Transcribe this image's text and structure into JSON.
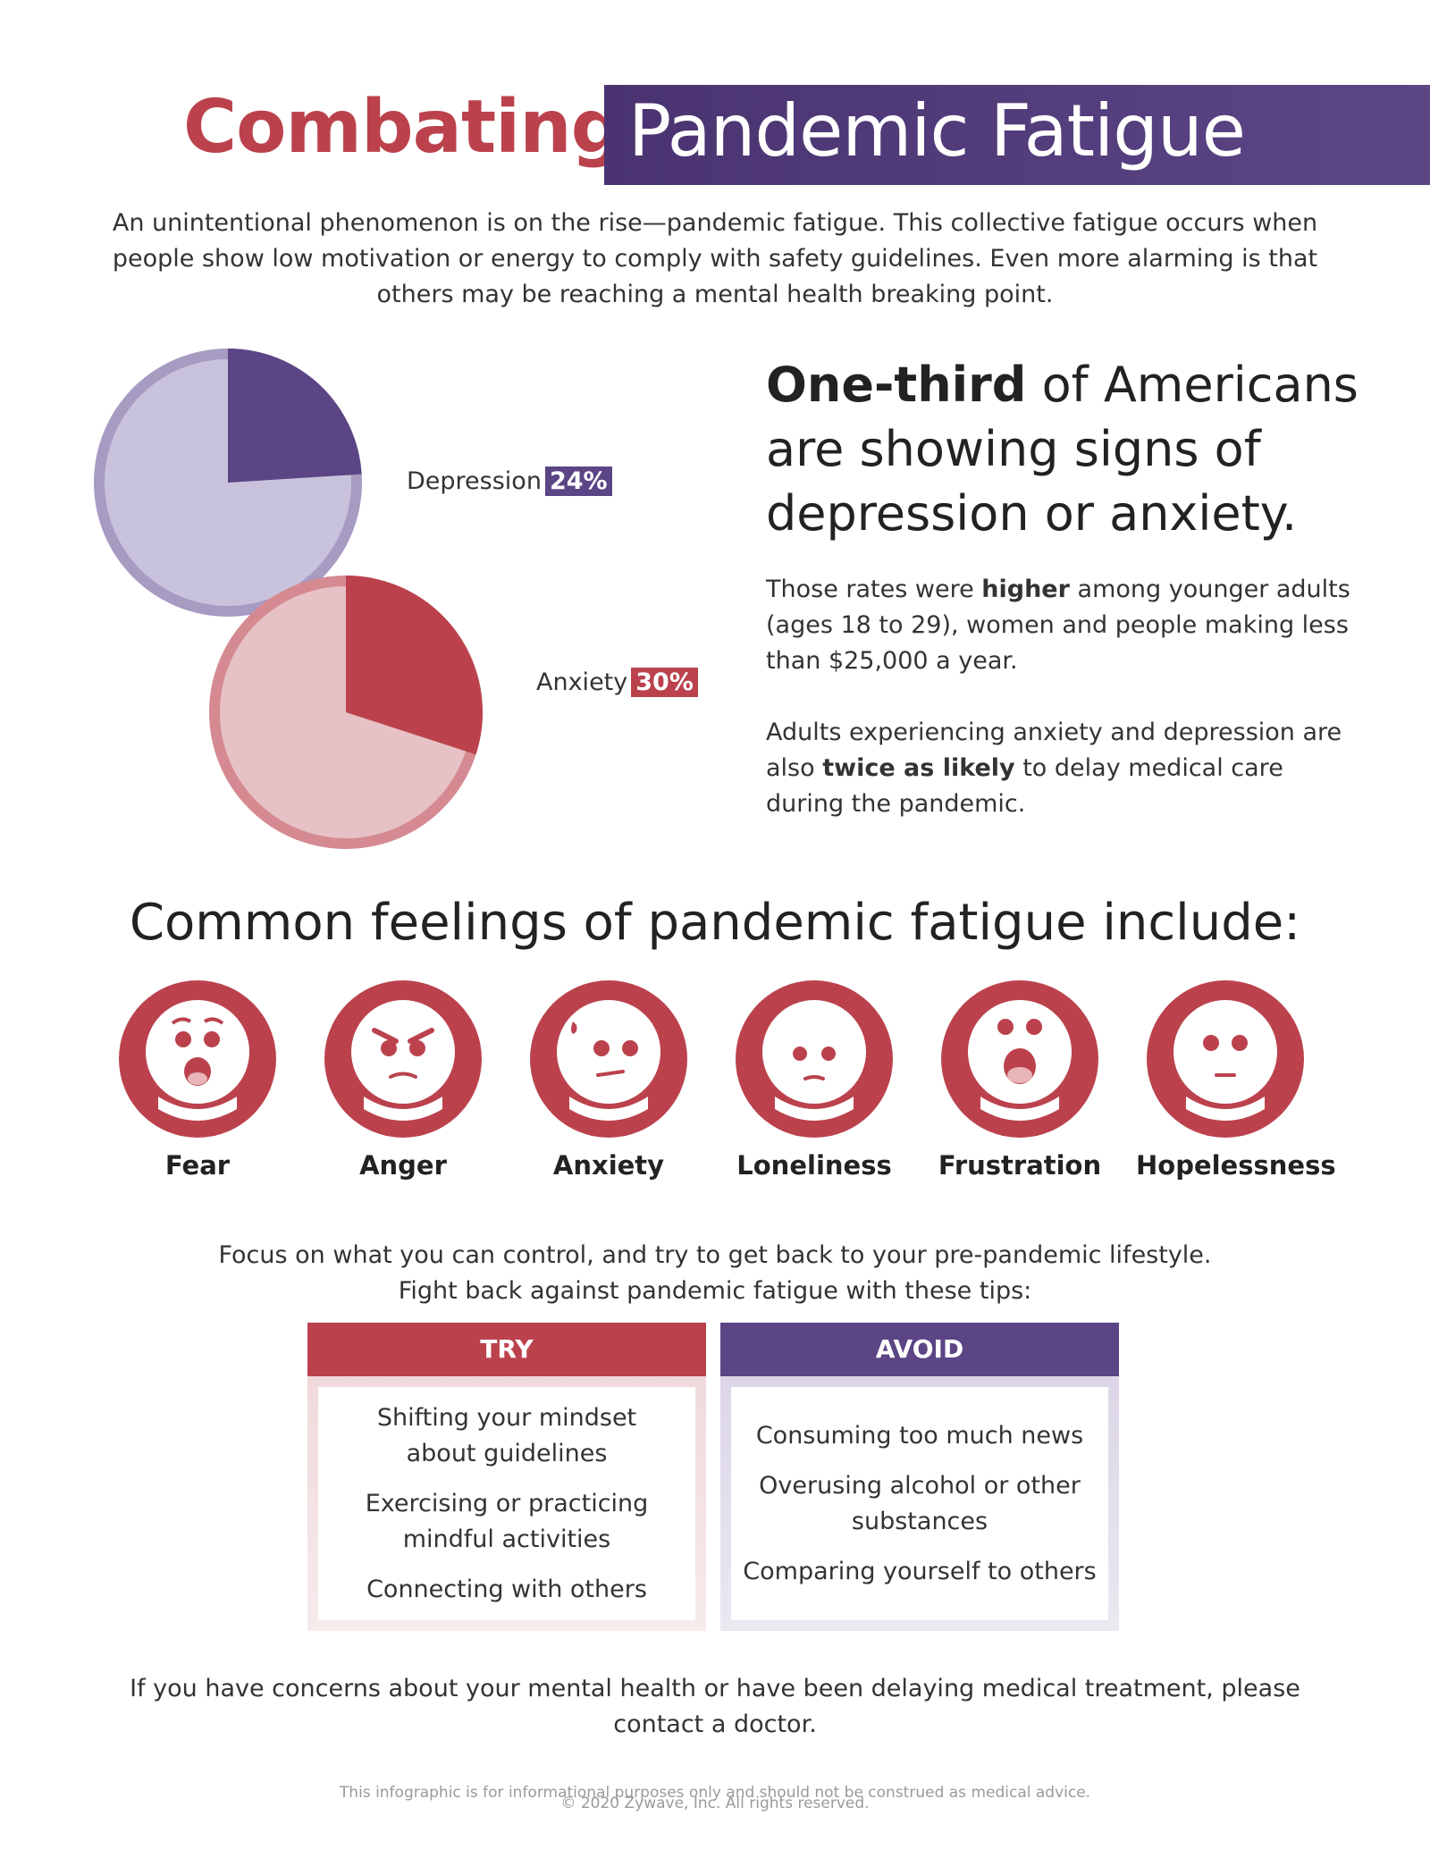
{
  "title": {
    "left": "Combating",
    "right": "Pandemic Fatigue"
  },
  "intro": "An unintentional phenomenon is on the rise—pandemic fatigue. This collective fatigue occurs when people show low motivation or energy to comply with safety guidelines. Even more alarming is that others may be reaching a mental health breaking point.",
  "stats": {
    "depression": {
      "label": "Depression",
      "value_text": "24%",
      "value": 24,
      "color": "#5b4585",
      "light": "#c9c2dc",
      "ring": "#a79bc2"
    },
    "anxiety": {
      "label": "Anxiety",
      "value_text": "30%",
      "value": 30,
      "color": "#bb424d",
      "light": "#e6c1c5",
      "ring": "#d58a92"
    }
  },
  "headline": {
    "bold": "One-third",
    "rest": " of Americans are showing signs of depression or anxiety."
  },
  "para1": {
    "before": "Those rates were ",
    "bold": "higher",
    "after": " among younger adults (ages 18 to 29), women and people making less than $25,000 a year."
  },
  "para2": {
    "before": "Adults experiencing anxiety and depression are also ",
    "bold": "twice as likely",
    "after": " to delay medical care during the pandemic."
  },
  "feelings_heading": "Common feelings of pandemic fatigue include:",
  "feelings": [
    {
      "label": "Fear",
      "icon": "fear-face-icon"
    },
    {
      "label": "Anger",
      "icon": "anger-face-icon"
    },
    {
      "label": "Anxiety",
      "icon": "anxiety-face-icon"
    },
    {
      "label": "Loneliness",
      "icon": "loneliness-face-icon"
    },
    {
      "label": "Frustration",
      "icon": "frustration-face-icon"
    },
    {
      "label": "Hopelessness",
      "icon": "hopelessness-face-icon"
    }
  ],
  "focus": {
    "line1": "Focus on what you can control, and try to get back to your pre-pandemic lifestyle.",
    "line2": "Fight back against pandemic fatigue with these tips:"
  },
  "try": {
    "header": "TRY",
    "items": [
      "Shifting your mindset about guidelines",
      "Exercising or practicing mindful activities",
      "Connecting with others"
    ],
    "color": "#bb424d"
  },
  "avoid": {
    "header": "AVOID",
    "items": [
      "Consuming too much news",
      "Overusing alcohol or other substances",
      "Comparing yourself to others"
    ],
    "color": "#5b4585"
  },
  "closing": "If you have concerns about your mental health or have been delaying medical treatment, please contact a doctor.",
  "disclaimer": "This infographic is for informational purposes only and should not be construed as medical advice.",
  "copyright": "© 2020 Zywave, Inc. All rights reserved."
}
